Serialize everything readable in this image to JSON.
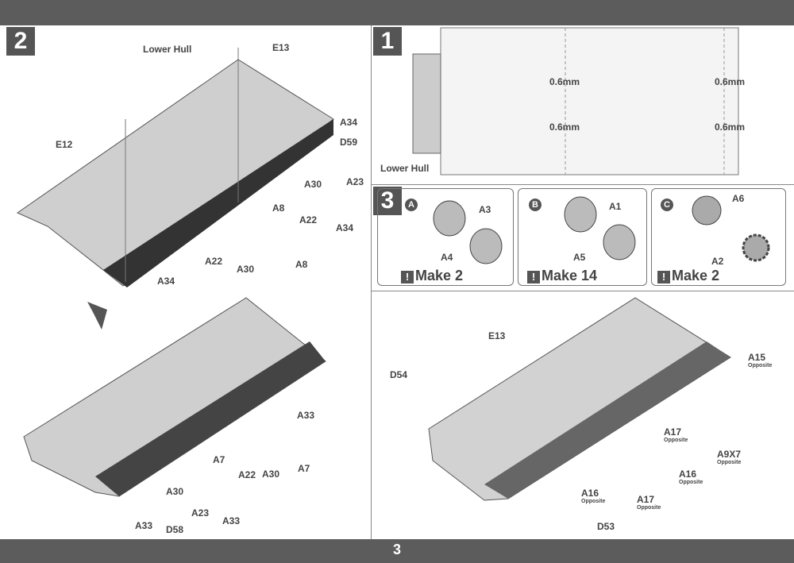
{
  "page_number": "3",
  "steps": {
    "s1": "1",
    "s2": "2",
    "s3": "3"
  },
  "step2": {
    "top_labels": [
      "Lower Hull",
      "E13",
      "E12",
      "A34",
      "D59",
      "A30",
      "A23",
      "A22",
      "A34",
      "A8",
      "A22",
      "A30",
      "A8",
      "A34"
    ],
    "bottom_labels": [
      "A33",
      "A7",
      "A22",
      "A30",
      "A7",
      "A30",
      "A23",
      "A33",
      "A33",
      "D58"
    ]
  },
  "step1": {
    "labels": [
      "0.6mm",
      "0.6mm",
      "0.6mm",
      "0.6mm",
      "Lower Hull"
    ]
  },
  "step3": {
    "sub": [
      {
        "letter": "A",
        "parts": [
          "A3",
          "A4"
        ],
        "make": "Make 2"
      },
      {
        "letter": "B",
        "parts": [
          "A1",
          "A5"
        ],
        "make": "Make 14"
      },
      {
        "letter": "C",
        "parts": [
          "A6",
          "A2"
        ],
        "make": "Make 2"
      }
    ],
    "make_icon": "!",
    "labels": [
      "E13",
      "D54",
      "A15",
      "A17",
      "A9X7",
      "A16",
      "A16",
      "A17",
      "D53"
    ],
    "opposite": "Opposite"
  }
}
